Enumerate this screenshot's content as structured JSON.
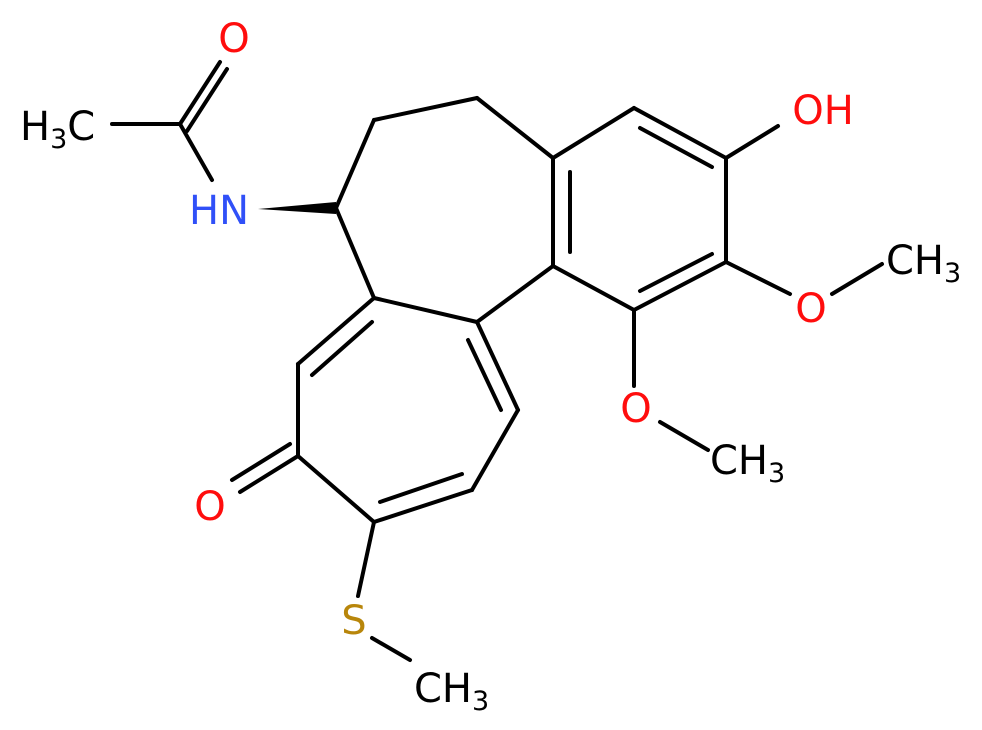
{
  "molecule": {
    "atoms": {
      "o_carbonyl_top": {
        "text": "O",
        "color": "#ff0d0d"
      },
      "ch3_acetyl": {
        "main": "H",
        "sub": "3",
        "tail": "C",
        "color": "#000000"
      },
      "nh": {
        "text": "HN",
        "color": "#3050f8"
      },
      "oh": {
        "text": "OH",
        "color": "#ff0d0d"
      },
      "o_methoxy_1": {
        "text": "O",
        "color": "#ff0d0d"
      },
      "ch3_methoxy_1": {
        "main": "CH",
        "sub": "3",
        "color": "#000000"
      },
      "o_methoxy_2": {
        "text": "O",
        "color": "#ff0d0d"
      },
      "ch3_methoxy_2": {
        "main": "CH",
        "sub": "3",
        "color": "#000000"
      },
      "o_ketone": {
        "text": "O",
        "color": "#ff0d0d"
      },
      "s_thio": {
        "text": "S",
        "color": "#b8860b"
      },
      "ch3_thio": {
        "main": "CH",
        "sub": "3",
        "color": "#000000"
      }
    }
  }
}
